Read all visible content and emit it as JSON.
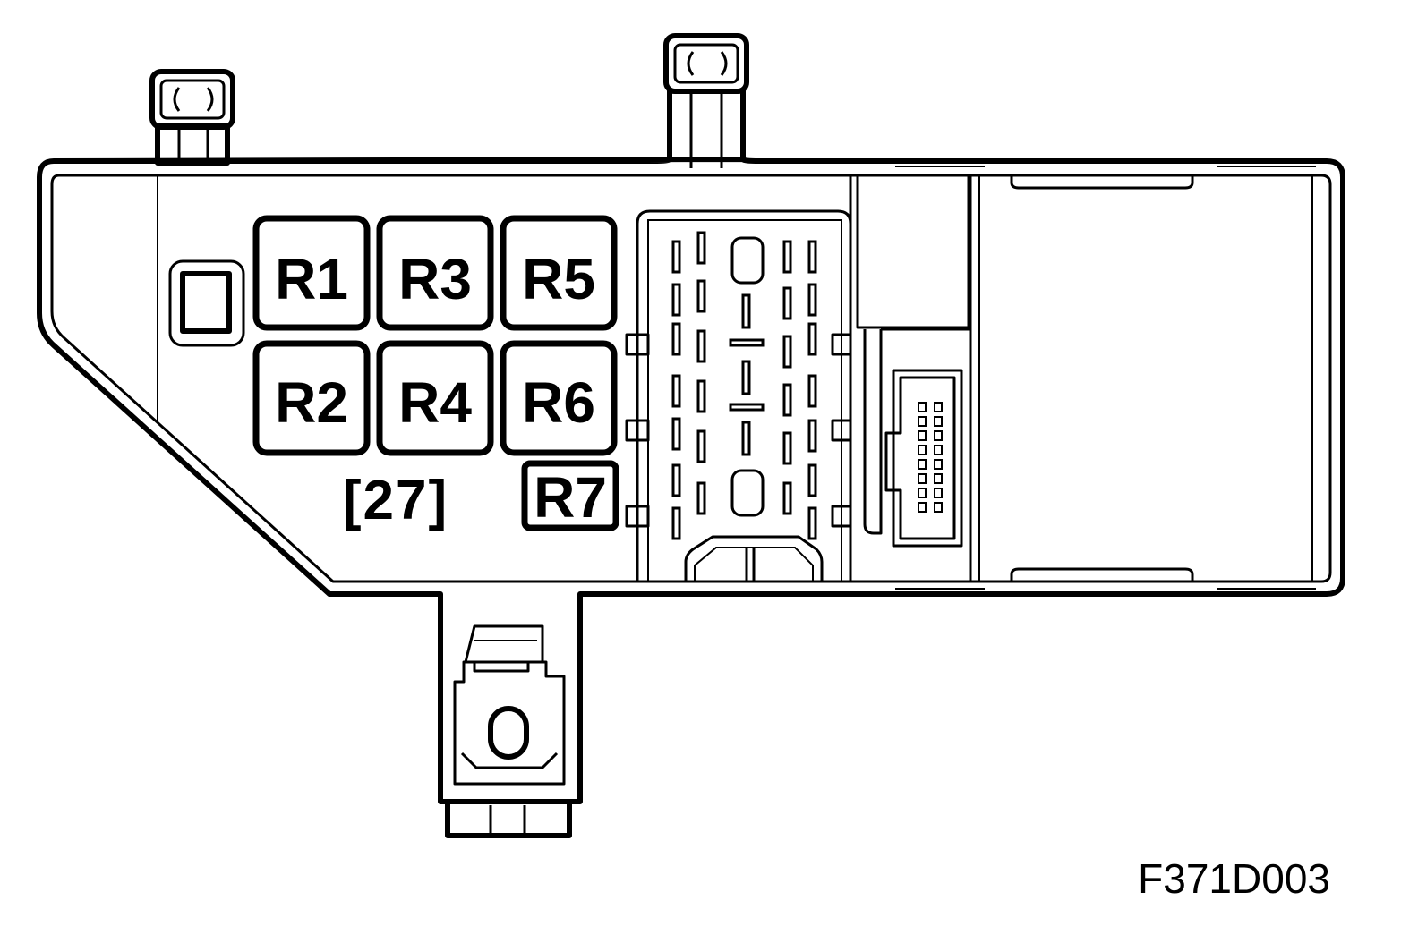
{
  "relays": [
    {
      "id": "r1",
      "label": "R1"
    },
    {
      "id": "r2",
      "label": "R2"
    },
    {
      "id": "r3",
      "label": "R3"
    },
    {
      "id": "r4",
      "label": "R4"
    },
    {
      "id": "r5",
      "label": "R5"
    },
    {
      "id": "r6",
      "label": "R6"
    },
    {
      "id": "r7",
      "label": "R7"
    }
  ],
  "reference_label": "[27]",
  "figure_code": "F371D003"
}
